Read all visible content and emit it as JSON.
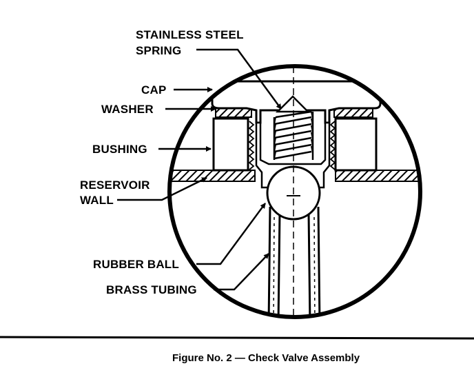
{
  "labels": {
    "spring_line1": "STAINLESS STEEL",
    "spring_line2": "SPRING",
    "cap": "CAP",
    "washer": "WASHER",
    "bushing": "BUSHING",
    "reservoir_line1": "RESERVOIR",
    "reservoir_line2": "WALL",
    "rubber_ball": "RUBBER BALL",
    "brass_tubing": "BRASS TUBING"
  },
  "caption": "Figure No. 2 — Check Valve Assembly"
}
